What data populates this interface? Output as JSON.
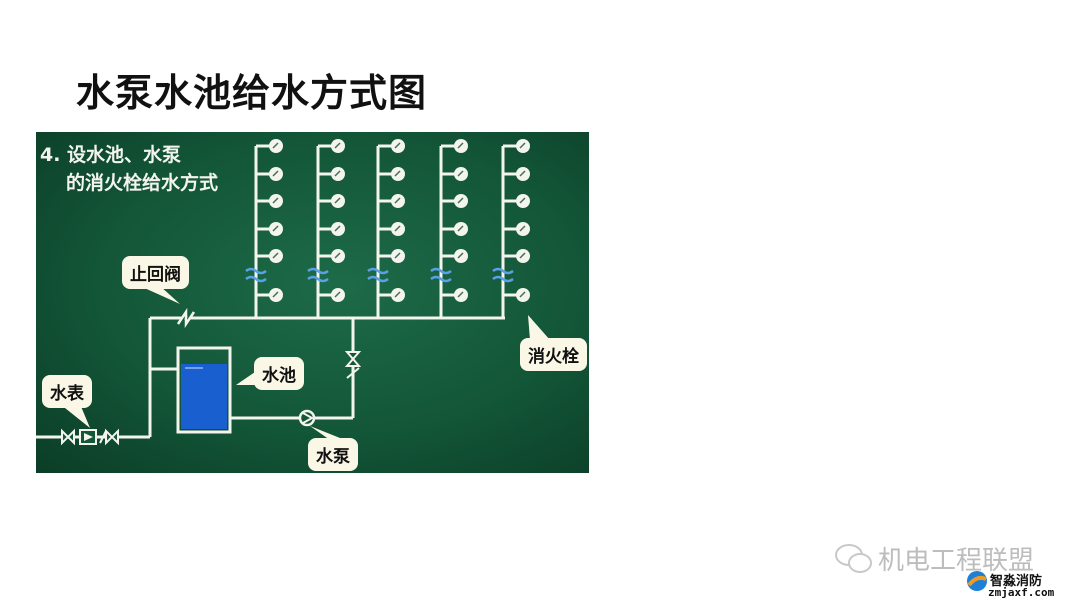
{
  "title": "水泵水池给水方式图",
  "diagram": {
    "heading_line1": "4.  设水池、水泵",
    "heading_line2": "的消火栓给水方式",
    "labels": {
      "check_valve": "止回阀",
      "water_meter": "水表",
      "tank": "水池",
      "pump": "水泵",
      "hydrant": "消火栓"
    },
    "riser_count": 5,
    "hydrants_per_riser": 6,
    "colors": {
      "background": "#135638",
      "pipe": "#f4f4ee",
      "water": "#1a5fd0",
      "callout": "#fbf7e6"
    }
  },
  "watermark": {
    "text": "机电工程联盟",
    "brand_name": "智淼消防",
    "brand_url": "zmjaxf.com"
  }
}
